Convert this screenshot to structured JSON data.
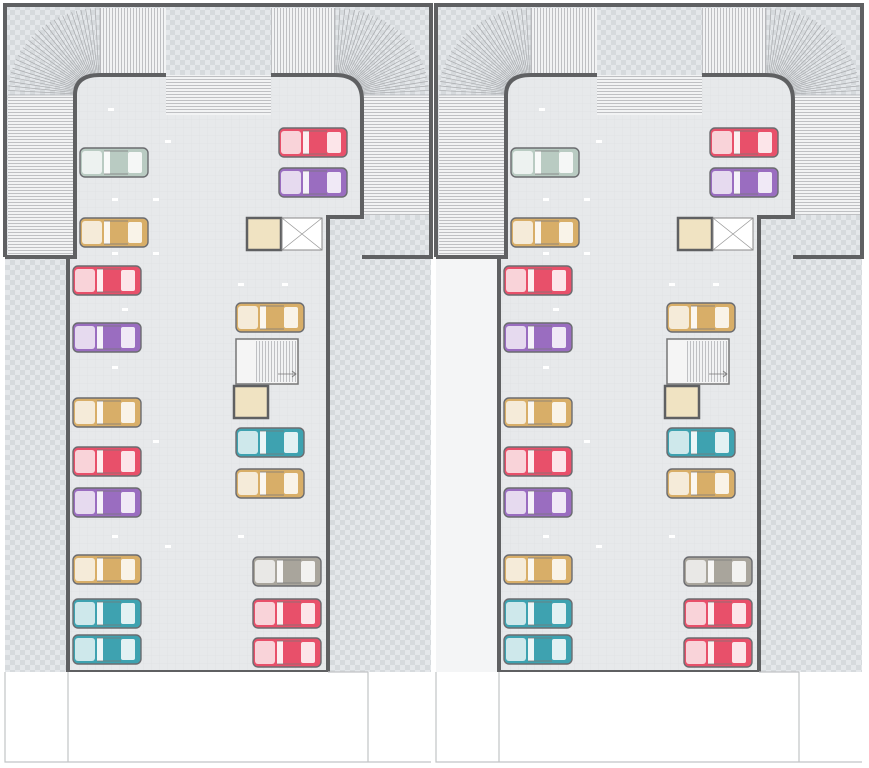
{
  "diagram": {
    "type": "parking floor plan",
    "units": 2,
    "colors": {
      "wall": "#5f6062",
      "floor": "#e6e8ea",
      "outside": "#dfe2e5",
      "ramp_lines": "#a9abae",
      "red": "#e8506a",
      "purple": "#9a6dc0",
      "tan": "#d8ae68",
      "teal": "#3ea2b0",
      "sage": "#b9cbc2",
      "grey": "#a9a59c"
    },
    "cars_per_unit": [
      "sage",
      "tan",
      "red",
      "purple",
      "tan",
      "red",
      "purple",
      "tan",
      "teal",
      "teal",
      "red",
      "purple",
      "tan",
      "teal",
      "tan",
      "grey",
      "red",
      "red"
    ],
    "features": [
      "curved-ramp-left",
      "curved-ramp-right",
      "entry-ramp",
      "lift",
      "shaft",
      "staircase",
      "lobby"
    ]
  }
}
